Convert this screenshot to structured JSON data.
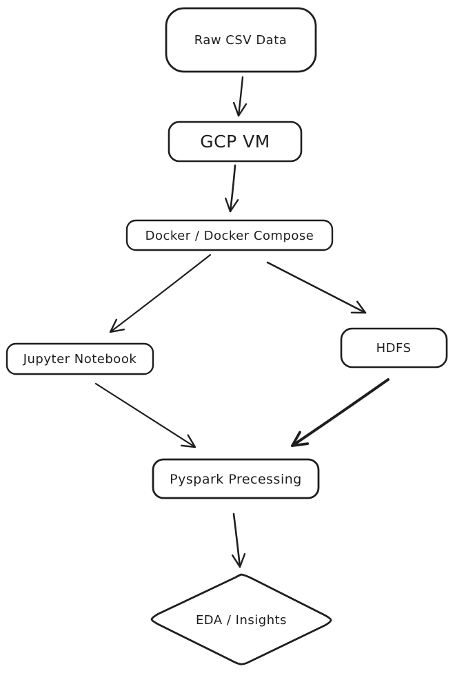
{
  "diagram": {
    "type": "flowchart",
    "style": "hand-drawn",
    "background_color": "#ffffff",
    "stroke_color": "#1e1e1e",
    "nodes": {
      "raw_csv": {
        "label": "Raw CSV Data",
        "shape": "rounded-rectangle"
      },
      "gcp_vm": {
        "label": "GCP VM",
        "shape": "rounded-rectangle"
      },
      "docker": {
        "label": "Docker / Docker Compose",
        "shape": "rounded-rectangle"
      },
      "jupyter": {
        "label": "Jupyter Notebook",
        "shape": "rounded-rectangle"
      },
      "hdfs": {
        "label": "HDFS",
        "shape": "rounded-rectangle"
      },
      "pyspark": {
        "label": "Pyspark Precessing",
        "shape": "rounded-rectangle"
      },
      "eda": {
        "label": "EDA / Insights",
        "shape": "diamond"
      }
    },
    "edges": [
      {
        "from": "Raw CSV Data",
        "to": "GCP VM",
        "arrow": "single",
        "weight": "normal"
      },
      {
        "from": "GCP VM",
        "to": "Docker / Docker Compose",
        "arrow": "single",
        "weight": "normal"
      },
      {
        "from": "Docker / Docker Compose",
        "to": "Jupyter Notebook",
        "arrow": "single",
        "weight": "normal"
      },
      {
        "from": "Docker / Docker Compose",
        "to": "HDFS",
        "arrow": "single",
        "weight": "normal"
      },
      {
        "from": "Jupyter Notebook",
        "to": "Pyspark Precessing",
        "arrow": "single",
        "weight": "normal"
      },
      {
        "from": "HDFS",
        "to": "Pyspark Precessing",
        "arrow": "single",
        "weight": "thick"
      },
      {
        "from": "Pyspark Precessing",
        "to": "EDA / Insights",
        "arrow": "single",
        "weight": "normal"
      }
    ]
  }
}
